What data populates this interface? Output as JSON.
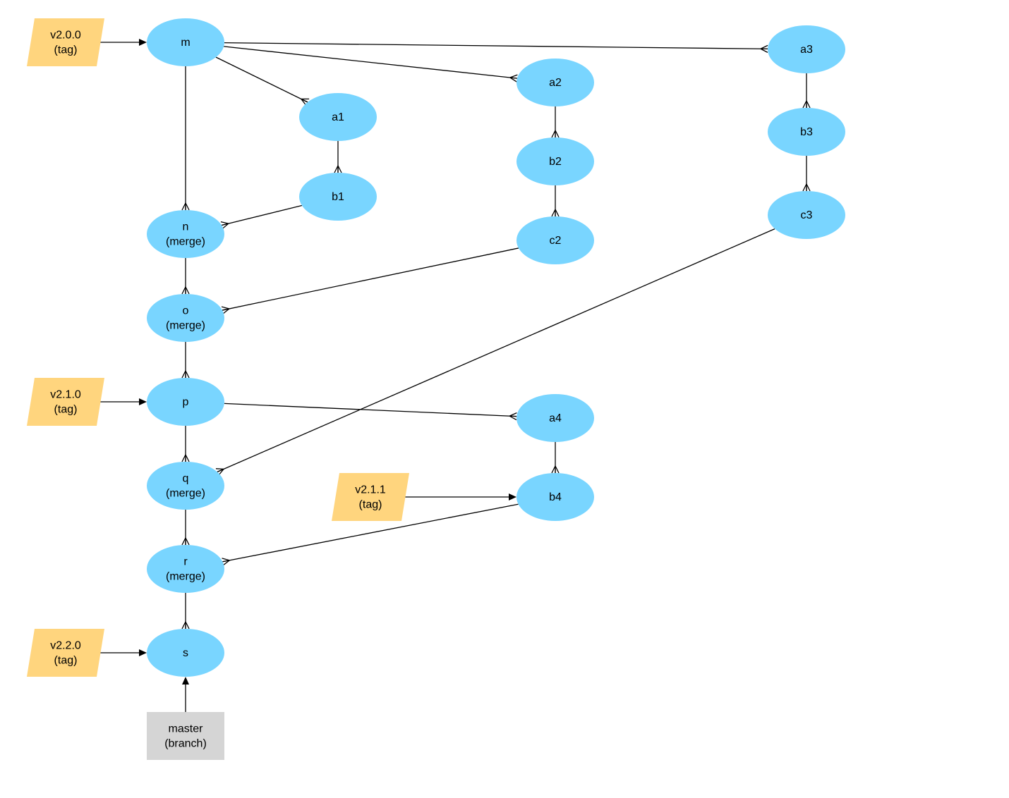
{
  "colors": {
    "commit": "#79d5ff",
    "tag": "#ffd57e",
    "branch": "#d5d5d5",
    "edge": "#000000"
  },
  "nodes": [
    {
      "id": "m",
      "kind": "commit",
      "lines": [
        "m"
      ]
    },
    {
      "id": "a1",
      "kind": "commit",
      "lines": [
        "a1"
      ]
    },
    {
      "id": "b1",
      "kind": "commit",
      "lines": [
        "b1"
      ]
    },
    {
      "id": "n",
      "kind": "commit",
      "lines": [
        "n",
        "(merge)"
      ]
    },
    {
      "id": "o",
      "kind": "commit",
      "lines": [
        "o",
        "(merge)"
      ]
    },
    {
      "id": "p",
      "kind": "commit",
      "lines": [
        "p"
      ]
    },
    {
      "id": "q",
      "kind": "commit",
      "lines": [
        "q",
        "(merge)"
      ]
    },
    {
      "id": "r",
      "kind": "commit",
      "lines": [
        "r",
        "(merge)"
      ]
    },
    {
      "id": "s",
      "kind": "commit",
      "lines": [
        "s"
      ]
    },
    {
      "id": "a2",
      "kind": "commit",
      "lines": [
        "a2"
      ]
    },
    {
      "id": "b2",
      "kind": "commit",
      "lines": [
        "b2"
      ]
    },
    {
      "id": "c2",
      "kind": "commit",
      "lines": [
        "c2"
      ]
    },
    {
      "id": "a3",
      "kind": "commit",
      "lines": [
        "a3"
      ]
    },
    {
      "id": "b3",
      "kind": "commit",
      "lines": [
        "b3"
      ]
    },
    {
      "id": "c3",
      "kind": "commit",
      "lines": [
        "c3"
      ]
    },
    {
      "id": "a4",
      "kind": "commit",
      "lines": [
        "a4"
      ]
    },
    {
      "id": "b4",
      "kind": "commit",
      "lines": [
        "b4"
      ]
    },
    {
      "id": "t200",
      "kind": "tag",
      "lines": [
        "v2.0.0",
        "(tag)"
      ]
    },
    {
      "id": "t210",
      "kind": "tag",
      "lines": [
        "v2.1.0",
        "(tag)"
      ]
    },
    {
      "id": "t220",
      "kind": "tag",
      "lines": [
        "v2.2.0",
        "(tag)"
      ]
    },
    {
      "id": "t211",
      "kind": "tag",
      "lines": [
        "v2.1.1",
        "(tag)"
      ]
    },
    {
      "id": "master",
      "kind": "branch",
      "lines": [
        "master",
        "(branch)"
      ]
    }
  ],
  "edges": [
    {
      "from": "m",
      "to": "a1",
      "head": "crow"
    },
    {
      "from": "m",
      "to": "a2",
      "head": "crow"
    },
    {
      "from": "m",
      "to": "a3",
      "head": "crow"
    },
    {
      "from": "m",
      "to": "n",
      "head": "crow"
    },
    {
      "from": "a1",
      "to": "b1",
      "head": "crow"
    },
    {
      "from": "b1",
      "to": "n",
      "head": "crow"
    },
    {
      "from": "a2",
      "to": "b2",
      "head": "crow"
    },
    {
      "from": "b2",
      "to": "c2",
      "head": "crow"
    },
    {
      "from": "c2",
      "to": "o",
      "head": "crow"
    },
    {
      "from": "n",
      "to": "o",
      "head": "crow"
    },
    {
      "from": "a3",
      "to": "b3",
      "head": "crow"
    },
    {
      "from": "b3",
      "to": "c3",
      "head": "crow"
    },
    {
      "from": "c3",
      "to": "q",
      "head": "crow"
    },
    {
      "from": "o",
      "to": "p",
      "head": "crow"
    },
    {
      "from": "p",
      "to": "a4",
      "head": "crow"
    },
    {
      "from": "a4",
      "to": "b4",
      "head": "crow"
    },
    {
      "from": "p",
      "to": "q",
      "head": "crow"
    },
    {
      "from": "q",
      "to": "r",
      "head": "crow"
    },
    {
      "from": "b4",
      "to": "r",
      "head": "crow"
    },
    {
      "from": "r",
      "to": "s",
      "head": "crow"
    },
    {
      "from": "t200",
      "to": "m",
      "head": "normal"
    },
    {
      "from": "t210",
      "to": "p",
      "head": "normal"
    },
    {
      "from": "t220",
      "to": "s",
      "head": "normal"
    },
    {
      "from": "t211",
      "to": "b4",
      "head": "normal"
    },
    {
      "from": "master",
      "to": "s",
      "head": "normal"
    }
  ]
}
